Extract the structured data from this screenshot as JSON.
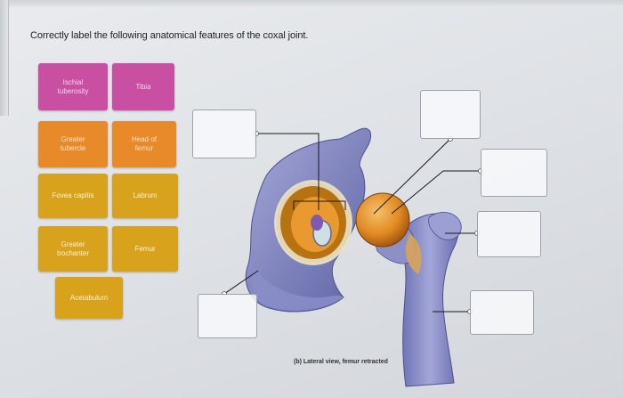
{
  "instruction": "Correctly label the following anatomical features of the coxal joint.",
  "caption": "(b) Lateral view, femur retracted",
  "colors": {
    "magenta": "#c94fa3",
    "orange": "#e88a2a",
    "yellow": "#d9a21c"
  },
  "labels": {
    "ischial_tuberosity": "Ischial\ntuberosity",
    "tibia": "Tibia",
    "greater_tubercle": "Greater\ntubercle",
    "head_of_femur": "Head of\nfemur",
    "fovea_capitis": "Fovea capitis",
    "labrum": "Labrum",
    "greater_trochanter": "Greater\ntrochanter",
    "femur": "Femur",
    "acetabulum": "Acetabulum"
  }
}
